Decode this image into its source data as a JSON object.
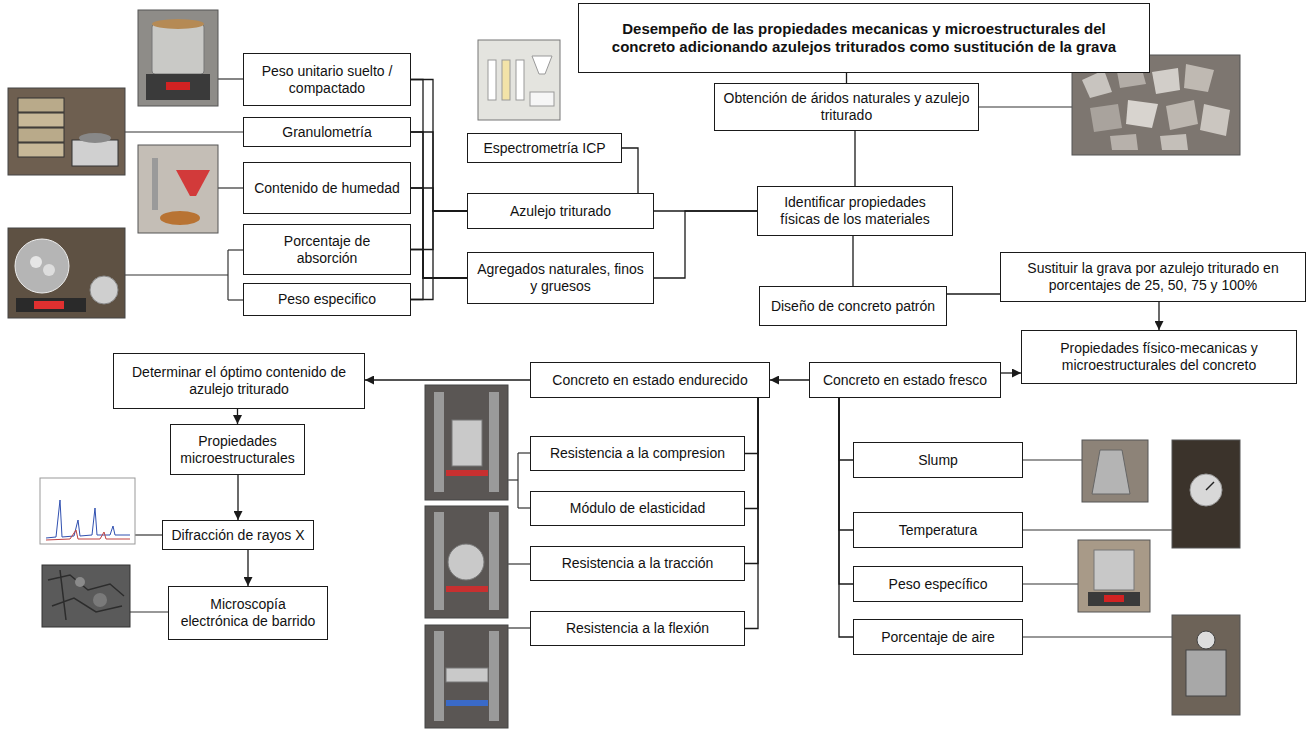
{
  "diagram": {
    "nodes": [
      {
        "text": [
          "Desempeño de las propiedades mecanicas y microestructurales del concreto adicionando azulejos triturados como sustitución de la grava"
        ]
      },
      {
        "text": [
          "Obtención de áridos naturales y azulejo triturado"
        ]
      },
      {
        "text": [
          "Identificar propiedades físicas de los materiales"
        ]
      },
      {
        "text": [
          "Azulejo triturado"
        ]
      },
      {
        "text": [
          "Agregados naturales, finos y gruesos"
        ]
      },
      {
        "text": [
          "Espectrometría ICP"
        ]
      },
      {
        "text": [
          "Peso unitario suelto / compactado"
        ]
      },
      {
        "text": [
          "Granulometría"
        ]
      },
      {
        "text": [
          "Contenido de humedad"
        ]
      },
      {
        "text": [
          "Porcentaje de absorción"
        ]
      },
      {
        "text": [
          "Peso especifico"
        ]
      },
      {
        "text": [
          "Diseño de concreto patrón"
        ]
      },
      {
        "text": [
          "Sustituir la grava por azulejo triturado en porcentajes de 25, 50, 75 y 100%"
        ]
      },
      {
        "text": [
          "Propiedades físico-mecanicas y microestructurales del concreto"
        ]
      },
      {
        "text": [
          "Concreto en estado fresco"
        ]
      },
      {
        "text": [
          "Slump"
        ]
      },
      {
        "text": [
          "Temperatura"
        ]
      },
      {
        "text": [
          "Peso específico"
        ]
      },
      {
        "text": [
          "Porcentaje de aire"
        ]
      },
      {
        "text": [
          "Concreto en estado endurecido"
        ]
      },
      {
        "text": [
          "Resistencia a la compresion"
        ]
      },
      {
        "text": [
          "Módulo de elasticidad"
        ]
      },
      {
        "text": [
          "Resistencia a la tracción"
        ]
      },
      {
        "text": [
          "Resistencia a la flexión"
        ]
      },
      {
        "text": [
          "Determinar el óptimo contenido de azulejo triturado"
        ]
      },
      {
        "text": [
          "Propiedades microestructurales"
        ]
      },
      {
        "text": [
          "Difracción de rayos X"
        ]
      },
      {
        "text": [
          "Microscopía electrónica de barrido"
        ]
      }
    ],
    "edges": [
      {
        "from": 0,
        "to": 1,
        "arrow": "none"
      },
      {
        "from": 1,
        "to": 2,
        "arrow": "none"
      },
      {
        "from": 2,
        "to": 3,
        "arrow": "none"
      },
      {
        "from": 2,
        "to": 4,
        "arrow": "none"
      },
      {
        "from": 3,
        "to": 5,
        "arrow": "none"
      },
      {
        "from": 3,
        "to": 6,
        "arrow": "none"
      },
      {
        "from": 3,
        "to": 7,
        "arrow": "none"
      },
      {
        "from": 3,
        "to": 8,
        "arrow": "none"
      },
      {
        "from": 3,
        "to": 9,
        "arrow": "none"
      },
      {
        "from": 3,
        "to": 10,
        "arrow": "none"
      },
      {
        "from": 4,
        "to": 6,
        "arrow": "none"
      },
      {
        "from": 4,
        "to": 7,
        "arrow": "none"
      },
      {
        "from": 4,
        "to": 8,
        "arrow": "none"
      },
      {
        "from": 4,
        "to": 9,
        "arrow": "none"
      },
      {
        "from": 4,
        "to": 10,
        "arrow": "none"
      },
      {
        "from": 2,
        "to": 11,
        "arrow": "none"
      },
      {
        "from": 11,
        "to": 12,
        "arrow": "none"
      },
      {
        "from": 12,
        "to": 13,
        "arrow": "to"
      },
      {
        "from": 14,
        "to": 13,
        "arrow": "to"
      },
      {
        "from": 14,
        "to": 19,
        "arrow": "to"
      },
      {
        "from": 14,
        "to": 15,
        "arrow": "none"
      },
      {
        "from": 14,
        "to": 16,
        "arrow": "none"
      },
      {
        "from": 14,
        "to": 17,
        "arrow": "none"
      },
      {
        "from": 14,
        "to": 18,
        "arrow": "none"
      },
      {
        "from": 19,
        "to": 20,
        "arrow": "none"
      },
      {
        "from": 19,
        "to": 21,
        "arrow": "none"
      },
      {
        "from": 19,
        "to": 22,
        "arrow": "none"
      },
      {
        "from": 19,
        "to": 23,
        "arrow": "none"
      },
      {
        "from": 19,
        "to": 24,
        "arrow": "to"
      },
      {
        "from": 24,
        "to": 25,
        "arrow": "to"
      },
      {
        "from": 25,
        "to": 26,
        "arrow": "to"
      },
      {
        "from": 26,
        "to": 27,
        "arrow": "to"
      }
    ]
  }
}
